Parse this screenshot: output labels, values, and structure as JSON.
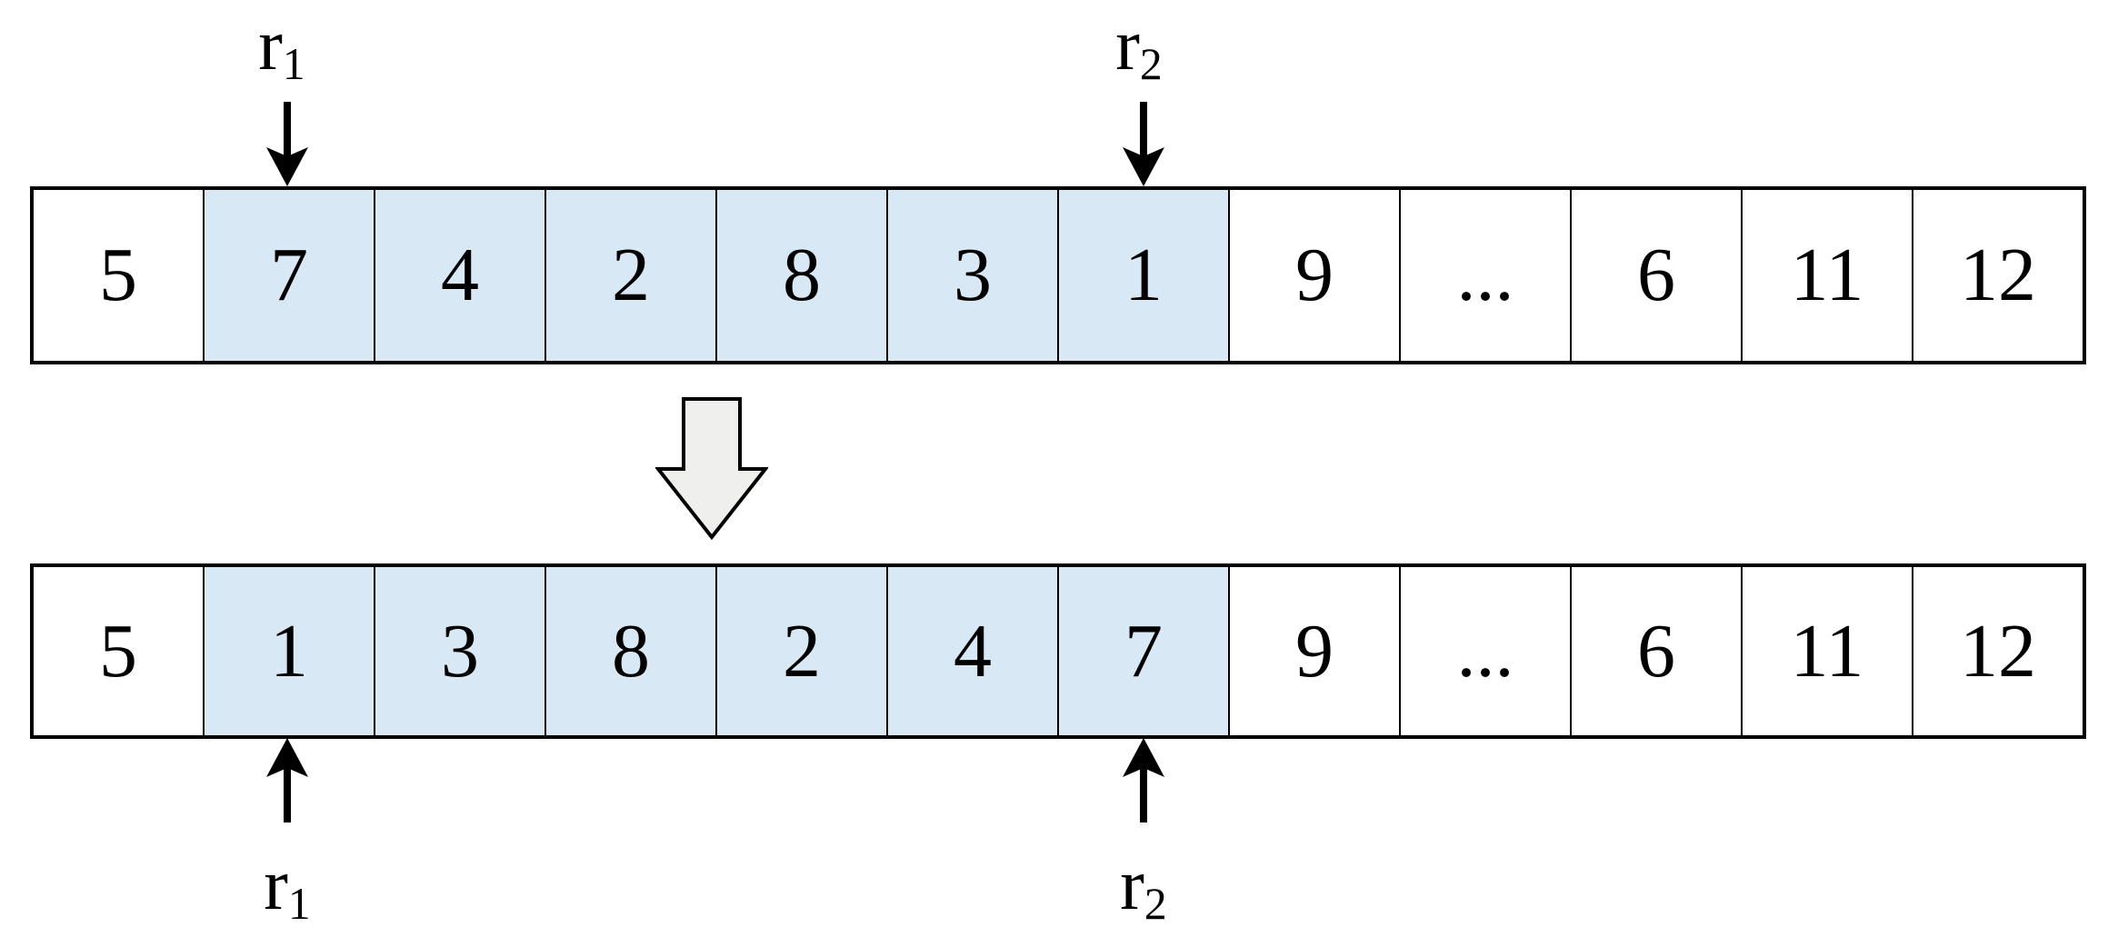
{
  "colors": {
    "highlight-bg": "#d9e8f5",
    "cell-bg": "#ffffff",
    "line-color": "#000000",
    "big-arrow-fill": "#efefed"
  },
  "rows": {
    "before": {
      "cells": [
        {
          "value": "5",
          "highlighted": false
        },
        {
          "value": "7",
          "highlighted": true
        },
        {
          "value": "4",
          "highlighted": true
        },
        {
          "value": "2",
          "highlighted": true
        },
        {
          "value": "8",
          "highlighted": true
        },
        {
          "value": "3",
          "highlighted": true
        },
        {
          "value": "1",
          "highlighted": true
        },
        {
          "value": "9",
          "highlighted": false
        },
        {
          "value": "...",
          "highlighted": false
        },
        {
          "value": "6",
          "highlighted": false
        },
        {
          "value": "11",
          "highlighted": false
        },
        {
          "value": "12",
          "highlighted": false
        }
      ]
    },
    "after": {
      "cells": [
        {
          "value": "5",
          "highlighted": false
        },
        {
          "value": "1",
          "highlighted": true
        },
        {
          "value": "3",
          "highlighted": true
        },
        {
          "value": "8",
          "highlighted": true
        },
        {
          "value": "2",
          "highlighted": true
        },
        {
          "value": "4",
          "highlighted": true
        },
        {
          "value": "7",
          "highlighted": true
        },
        {
          "value": "9",
          "highlighted": false
        },
        {
          "value": "...",
          "highlighted": false
        },
        {
          "value": "6",
          "highlighted": false
        },
        {
          "value": "11",
          "highlighted": false
        },
        {
          "value": "12",
          "highlighted": false
        }
      ]
    }
  },
  "pointers": {
    "top": [
      {
        "base": "r",
        "sub": "1"
      },
      {
        "base": "r",
        "sub": "2"
      }
    ],
    "bottom": [
      {
        "base": "r",
        "sub": "1"
      },
      {
        "base": "r",
        "sub": "2"
      }
    ]
  }
}
